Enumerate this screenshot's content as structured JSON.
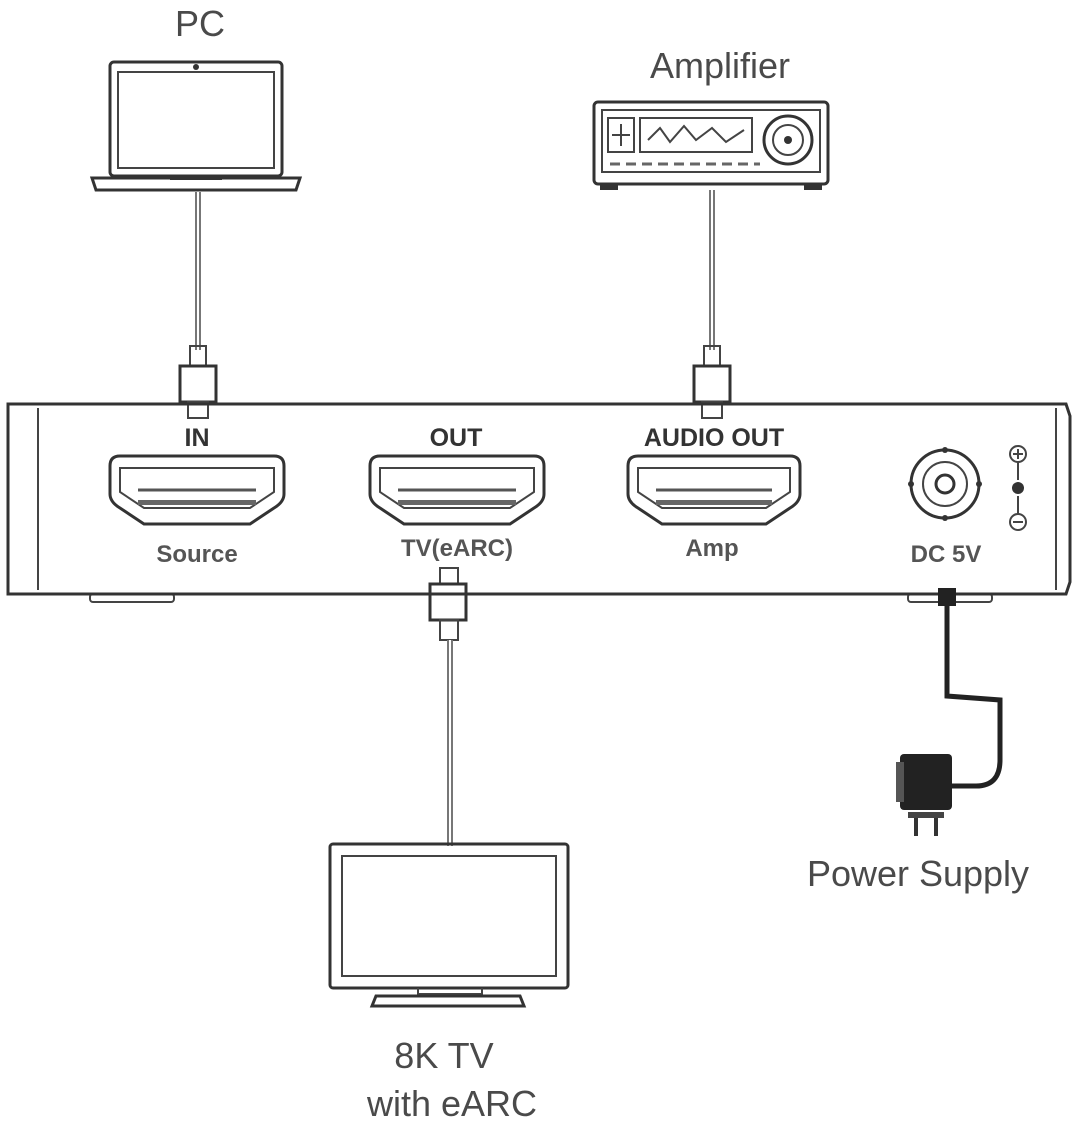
{
  "devices": {
    "pc": "PC",
    "amplifier": "Amplifier",
    "tv": [
      "8K TV",
      "with eARC"
    ],
    "power_supply": "Power Supply"
  },
  "ports": {
    "in": {
      "label": "IN",
      "sub": "Source"
    },
    "out": {
      "label": "OUT",
      "sub": "TV(eARC)"
    },
    "audio_out": {
      "label": "AUDIO OUT",
      "sub": "Amp"
    },
    "dc": {
      "label": "DC 5V"
    }
  },
  "colors": {
    "line": "#333333",
    "cable": "#777777",
    "text": "#4a4a4a",
    "background": "#ffffff"
  }
}
